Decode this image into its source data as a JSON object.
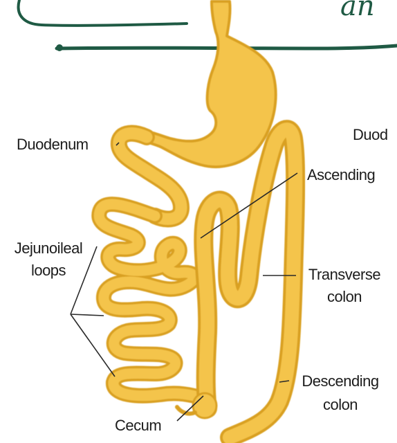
{
  "annotation": {
    "handwriting": "an",
    "ink_color": "#1f5a44"
  },
  "organ_color": "#f4c44c",
  "outline_color": "#d9a021",
  "labels": {
    "duodenum_left": "Duodenum",
    "duodenum_right": "Duod",
    "ascending": "Ascending",
    "jejunoileal_line1": "Jejunoileal",
    "jejunoileal_line2": "loops",
    "transverse_line1": "Transverse",
    "transverse_line2": "colon",
    "descending_line1": "Descending",
    "descending_line2": "colon",
    "cecum": "Cecum"
  }
}
